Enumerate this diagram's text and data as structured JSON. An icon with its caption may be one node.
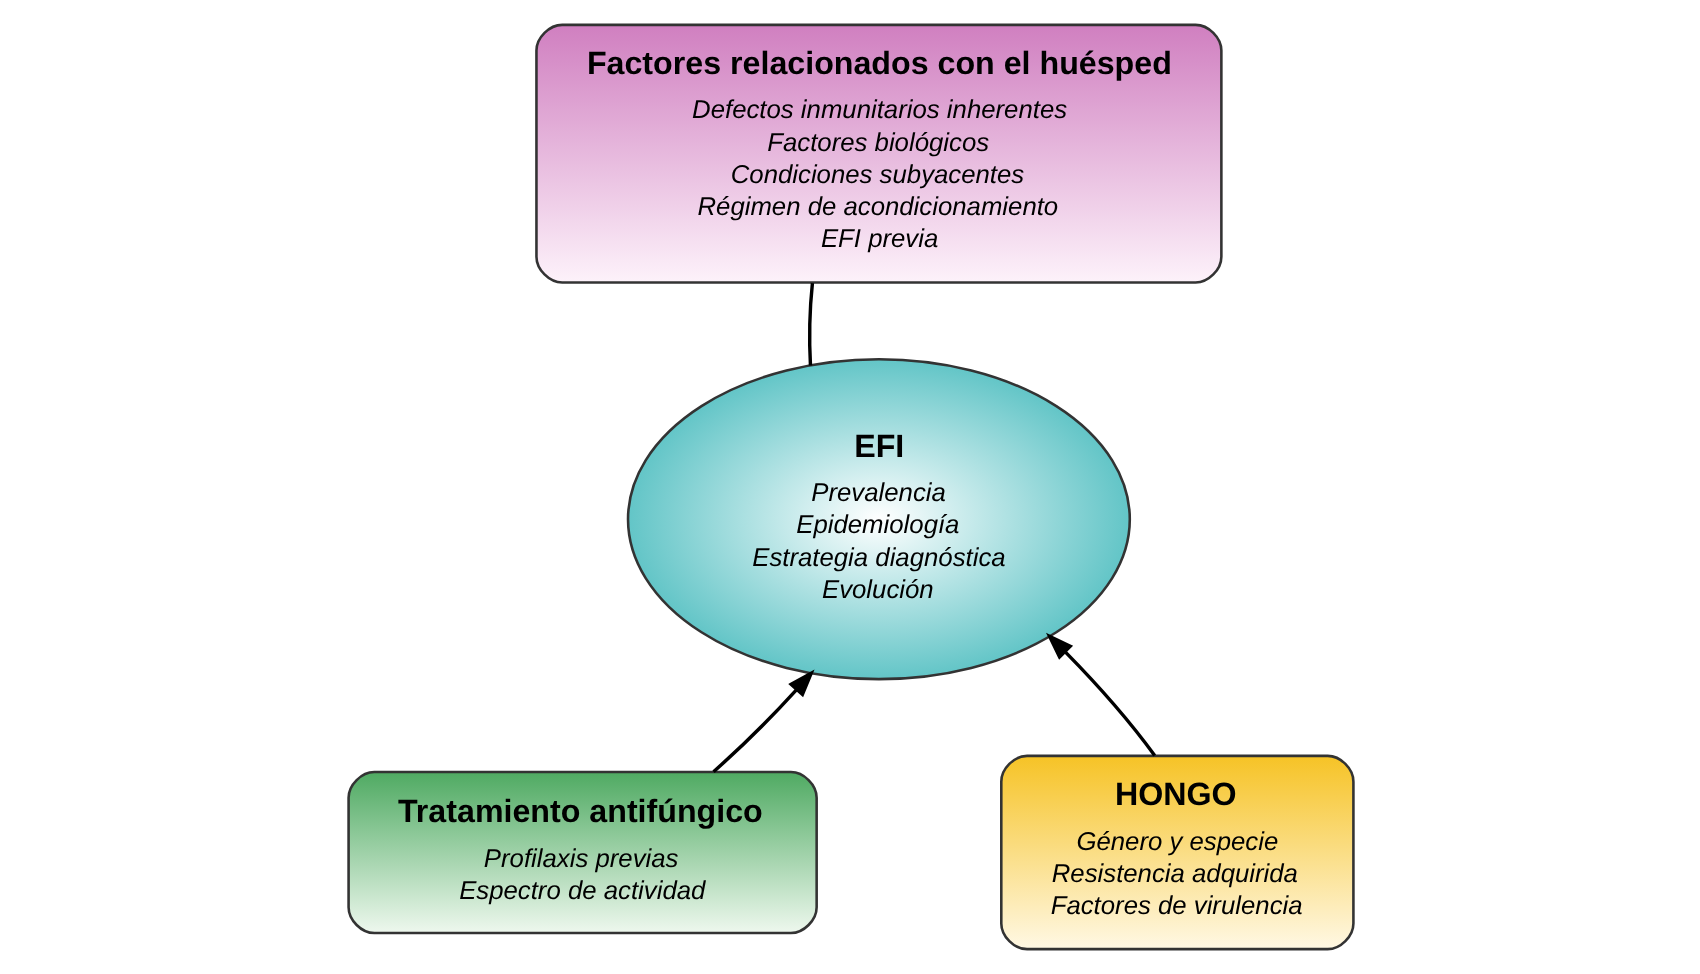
{
  "diagram": {
    "nodes": [
      {
        "text": [
          "Factores relacionados con el huésped",
          "Defectos inmunitarios inherentes",
          "Factores biológicos",
          "Condiciones subyacentes",
          "Régimen de acondicionamiento",
          "EFI previa"
        ]
      },
      {
        "text": [
          "EFI",
          "Prevalencia",
          "Epidemiología",
          "Estrategia diagnóstica",
          "Evolución"
        ]
      },
      {
        "text": [
          "Tratamiento antifúngico",
          "Profilaxis previas",
          "Espectro de actividad"
        ]
      },
      {
        "text": [
          "HONGO",
          "Género y especie",
          "Resistencia adquirida",
          "Factores de virulencia"
        ]
      }
    ],
    "edges": [
      {
        "from": 0,
        "to": 1,
        "arrow": "none"
      },
      {
        "from": 2,
        "to": 1,
        "arrow": "to"
      },
      {
        "from": 3,
        "to": 1,
        "arrow": "to"
      }
    ]
  }
}
